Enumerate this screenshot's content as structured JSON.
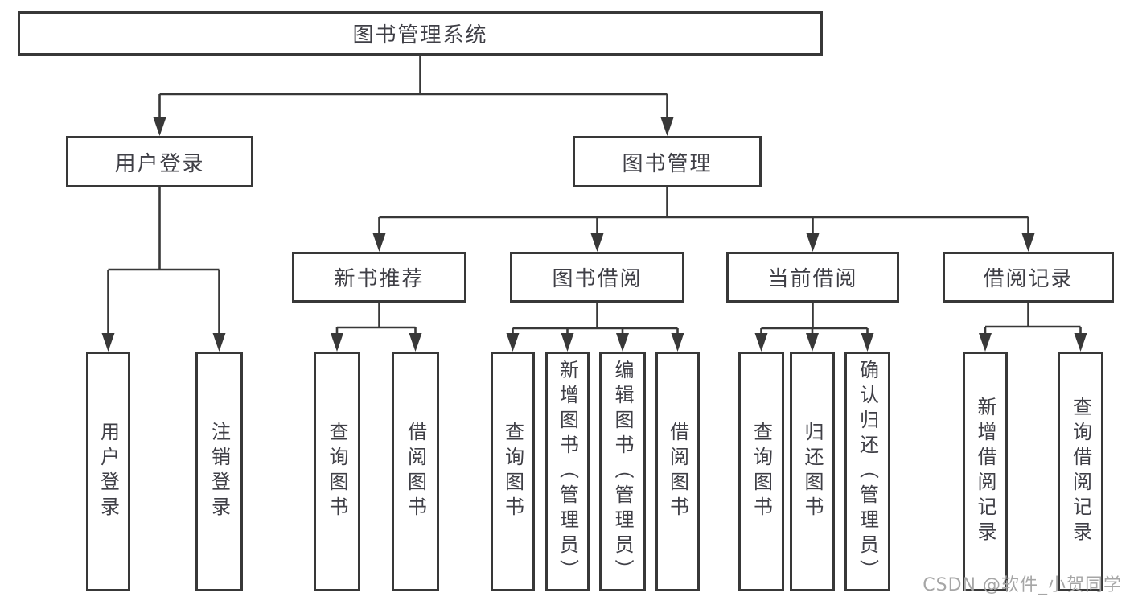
{
  "diagram_title": "图书管理系统",
  "colors": {
    "line": "#383838",
    "text": "#3f3f46",
    "box_background": "#ffffff",
    "watermark": "#a6a6a6",
    "page_background": "#ffffff"
  },
  "tree": {
    "label": "图书管理系统",
    "children": [
      {
        "label": "用户登录",
        "children": [
          {
            "label": "用户登录"
          },
          {
            "label": "注销登录"
          }
        ]
      },
      {
        "label": "图书管理",
        "children": [
          {
            "label": "新书推荐",
            "children": [
              {
                "label": "查询图书"
              },
              {
                "label": "借阅图书"
              }
            ]
          },
          {
            "label": "图书借阅",
            "children": [
              {
                "label": "查询图书"
              },
              {
                "label": "新增图书（管理员）"
              },
              {
                "label": "编辑图书（管理员）"
              },
              {
                "label": "借阅图书"
              }
            ]
          },
          {
            "label": "当前借阅",
            "children": [
              {
                "label": "查询图书"
              },
              {
                "label": "归还图书"
              },
              {
                "label": "确认归还（管理员）"
              }
            ]
          },
          {
            "label": "借阅记录",
            "children": [
              {
                "label": "新增借阅记录"
              },
              {
                "label": "查询借阅记录"
              }
            ]
          }
        ]
      }
    ]
  },
  "watermark": {
    "text": "CSDN @软件_小贺同学"
  }
}
